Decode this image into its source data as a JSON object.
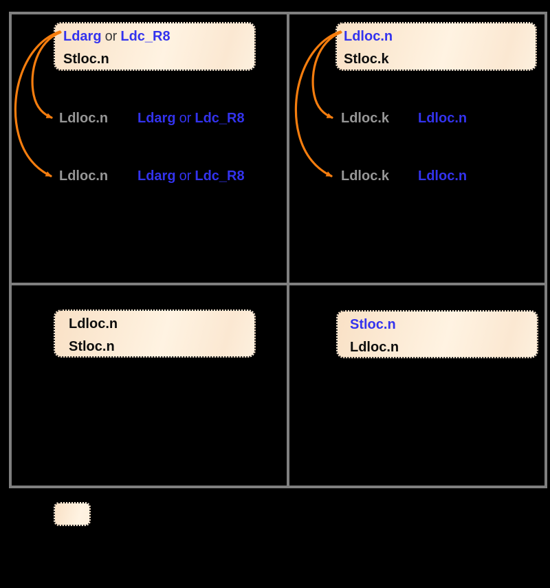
{
  "diagram_title": "opcode-replacement-patterns",
  "colors": {
    "background": "#000000",
    "frame_gray": "#7f7f7f",
    "arrow_orange": "#f57d0e",
    "opcode_blue": "#3333ee",
    "opcode_gray": "#979797",
    "opcode_black": "#0d0d0d",
    "box_border": "#141414",
    "box_fill_start": "#f9e1c6",
    "box_fill_end": "#fff3e2"
  },
  "top_left": {
    "box_line1_a": "Ldarg",
    "box_line1_or": "or",
    "box_line1_b": "Ldc_R8",
    "box_line2": "Stloc.n",
    "row1_old": "Ldloc.n",
    "row1_new_a": "Ldarg",
    "row1_new_or": "or",
    "row1_new_b": "Ldc_R8",
    "row2_old": "Ldloc.n",
    "row2_new_a": "Ldarg",
    "row2_new_or": "or",
    "row2_new_b": "Ldc_R8"
  },
  "top_right": {
    "box_line1": "Ldloc.n",
    "box_line2": "Stloc.k",
    "row1_old": "Ldloc.k",
    "row1_new": "Ldloc.n",
    "row2_old": "Ldloc.k",
    "row2_new": "Ldloc.n"
  },
  "bottom_left": {
    "box_line1": "Ldloc.n",
    "box_line2": "Stloc.n"
  },
  "bottom_right": {
    "box_line1": "Stloc.n",
    "box_line2": "Ldloc.n"
  }
}
